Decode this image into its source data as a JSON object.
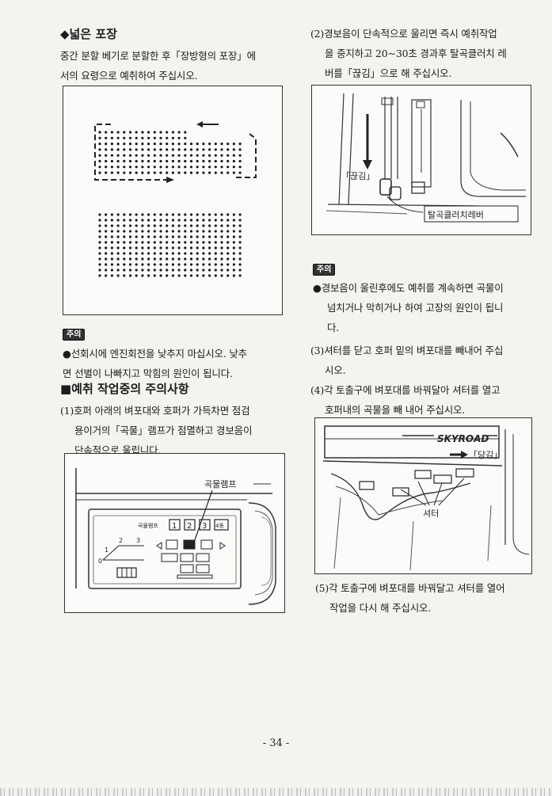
{
  "left": {
    "section1_heading": "◆넓은 포장",
    "section1_lines": [
      "중간 분할 베기로 분할한 후「장방형의 포장」에",
      "서의 요령으로 예취하여 주십시오."
    ],
    "caution1_label": "주의",
    "caution1_lines": [
      "●선회시에 엔진회전을 낮추지 마십시오.  낮추",
      "면 선별이 나빠지고 막힘의 원인이 됩니다."
    ],
    "section2_heading": "■예취 작업중의 주의사항",
    "item1_lines": [
      "(1)호퍼 아래의 벼포대와 호퍼가 가득차면  점검",
      "용이거의「곡물」램프가 점멸하고   경보음이",
      "단속적으로 울립니다."
    ],
    "fig3": {
      "label_lamp": "곡물램프",
      "panel_label": "곡물램프",
      "buttons": [
        "1",
        "2",
        "3",
        "4동"
      ],
      "scale_1": "1",
      "scale_2": "2",
      "scale_3": "3",
      "scale_0": "0"
    }
  },
  "right": {
    "item2_lines": [
      "(2)경보음이 단속적으로 울리면  즉시  예취작업",
      "을 중지하고 20~30초 경과후 탈곡클러치 레",
      "버를「끊김」으로 해 주십시오."
    ],
    "fig2": {
      "label_cut": "「끊김」",
      "label_lever": "탈곡클러치레버"
    },
    "caution2_label": "주의",
    "caution2_lines": [
      "●경보음이 울린후에도 예취를 계속하면 곡물이",
      "넘치거나 막히거나 하여 고장의  원인이 됩니",
      "다."
    ],
    "item3_lines": [
      "(3)셔터를 닫고 호퍼 밑의 벼포대를 빼내어 주십",
      "시오."
    ],
    "item4_lines": [
      "(4)각 토출구에 벼포대를 바꿔달아 셔터를 열고",
      "호퍼내의 곡물을 빼 내어 주십시오."
    ],
    "fig4": {
      "brand": "SKYROAD",
      "label_pull": "「당김」",
      "label_shutter": "셔터"
    },
    "item5_lines": [
      "(5)각 토출구에 벼포대를 바꿔달고 셔터를 열어",
      "작업을 다시 해 주십시오."
    ]
  },
  "page_number": "- 34 -"
}
